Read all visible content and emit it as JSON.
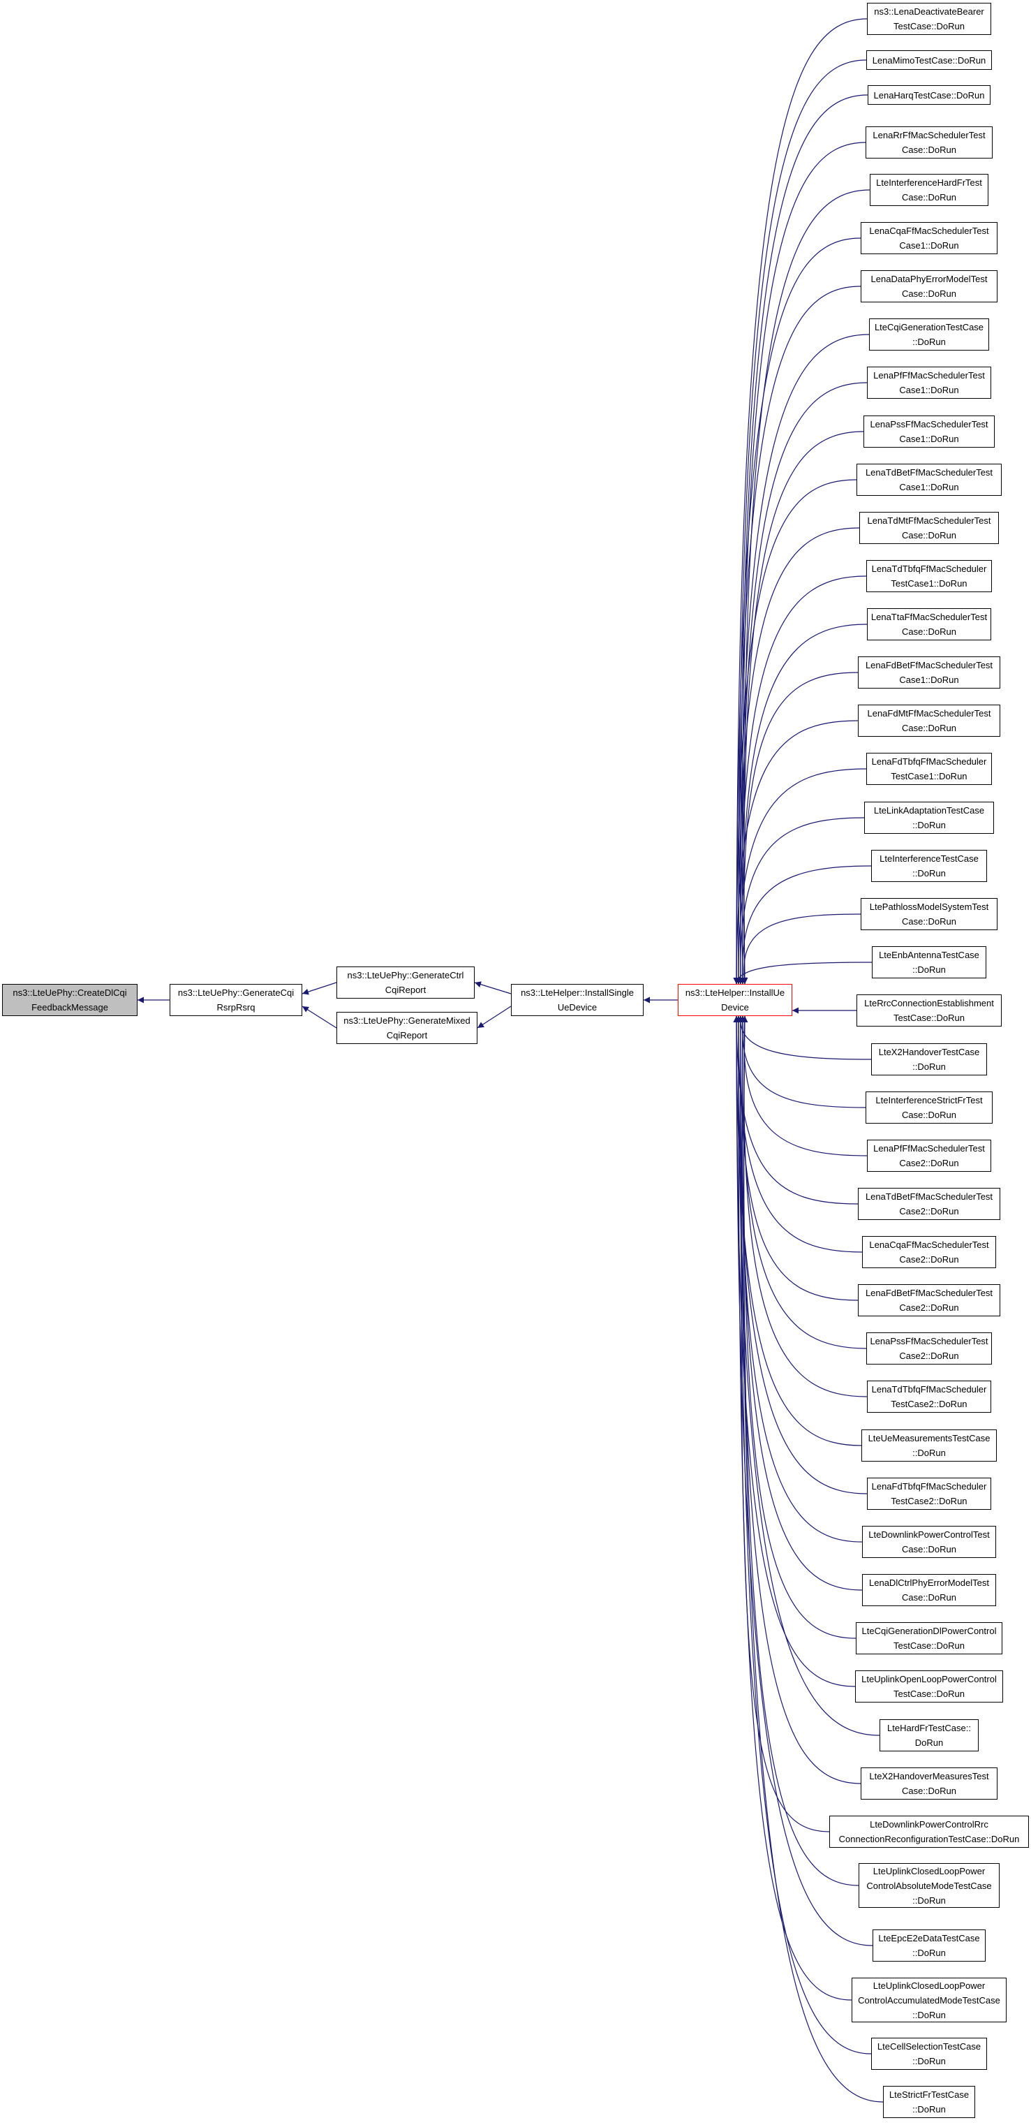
{
  "colors": {
    "edge": "#191970",
    "root_fill": "#bfbfbf",
    "focus_border": "#ff0000",
    "node_border": "#000000"
  },
  "nodes": {
    "root": "ns3::LteUePhy::CreateDlCqi\nFeedbackMessage",
    "generate_cqi_rsrp_rsrq": "ns3::LteUePhy::GenerateCqi\nRsrpRsrq",
    "generate_ctrl_cqi_report": "ns3::LteUePhy::GenerateCtrl\nCqiReport",
    "generate_mixed_cqi_report": "ns3::LteUePhy::GenerateMixed\nCqiReport",
    "install_single_ue_device": "ns3::LteHelper::InstallSingle\nUeDevice",
    "install_ue_device": "ns3::LteHelper::InstallUe\nDevice"
  },
  "callers": [
    "ns3::LenaDeactivateBearer\nTestCase::DoRun",
    "LenaMimoTestCase::DoRun",
    "LenaHarqTestCase::DoRun",
    "LenaRrFfMacSchedulerTest\nCase::DoRun",
    "LteInterferenceHardFrTest\nCase::DoRun",
    "LenaCqaFfMacSchedulerTest\nCase1::DoRun",
    "LenaDataPhyErrorModelTest\nCase::DoRun",
    "LteCqiGenerationTestCase\n::DoRun",
    "LenaPfFfMacSchedulerTest\nCase1::DoRun",
    "LenaPssFfMacSchedulerTest\nCase1::DoRun",
    "LenaTdBetFfMacSchedulerTest\nCase1::DoRun",
    "LenaTdMtFfMacSchedulerTest\nCase::DoRun",
    "LenaTdTbfqFfMacScheduler\nTestCase1::DoRun",
    "LenaTtaFfMacSchedulerTest\nCase::DoRun",
    "LenaFdBetFfMacSchedulerTest\nCase1::DoRun",
    "LenaFdMtFfMacSchedulerTest\nCase::DoRun",
    "LenaFdTbfqFfMacScheduler\nTestCase1::DoRun",
    "LteLinkAdaptationTestCase\n::DoRun",
    "LteInterferenceTestCase\n::DoRun",
    "LtePathlossModelSystemTest\nCase::DoRun",
    "LteEnbAntennaTestCase\n::DoRun",
    "LteRrcConnectionEstablishment\nTestCase::DoRun",
    "LteX2HandoverTestCase\n::DoRun",
    "LteInterferenceStrictFrTest\nCase::DoRun",
    "LenaPfFfMacSchedulerTest\nCase2::DoRun",
    "LenaTdBetFfMacSchedulerTest\nCase2::DoRun",
    "LenaCqaFfMacSchedulerTest\nCase2::DoRun",
    "LenaFdBetFfMacSchedulerTest\nCase2::DoRun",
    "LenaPssFfMacSchedulerTest\nCase2::DoRun",
    "LenaTdTbfqFfMacScheduler\nTestCase2::DoRun",
    "LteUeMeasurementsTestCase\n::DoRun",
    "LenaFdTbfqFfMacScheduler\nTestCase2::DoRun",
    "LteDownlinkPowerControlTest\nCase::DoRun",
    "LenaDlCtrlPhyErrorModelTest\nCase::DoRun",
    "LteCqiGenerationDlPowerControl\nTestCase::DoRun",
    "LteUplinkOpenLoopPowerControl\nTestCase::DoRun",
    "LteHardFrTestCase::\nDoRun",
    "LteX2HandoverMeasuresTest\nCase::DoRun",
    "LteDownlinkPowerControlRrc\nConnectionReconfigurationTestCase::DoRun",
    "LteUplinkClosedLoopPower\nControlAbsoluteModeTestCase\n::DoRun",
    "LteEpcE2eDataTestCase\n::DoRun",
    "LteUplinkClosedLoopPower\nControlAccumulatedModeTestCase\n::DoRun",
    "LteCellSelectionTestCase\n::DoRun",
    "LteStrictFrTestCase\n::DoRun"
  ]
}
